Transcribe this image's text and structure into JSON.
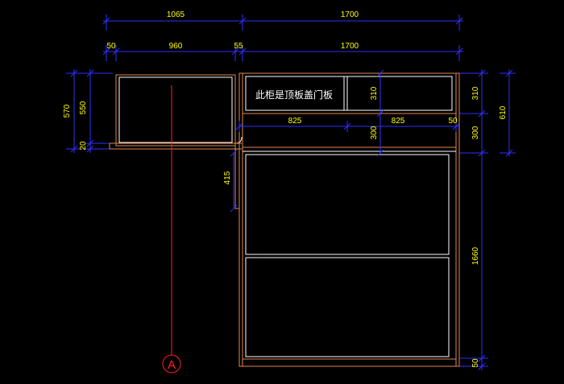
{
  "colors": {
    "background": "#000000",
    "dimension_line": "#2f2fff",
    "dimension_text": "#ffff00",
    "cabinet_outline": "#e08850",
    "cabinet_inner": "#ffffff",
    "axis_line": "#ff2020",
    "note_text": "#ffffff"
  },
  "dimensions": {
    "top_row1": [
      "1065",
      "1700"
    ],
    "top_row2": [
      "50",
      "960",
      "55",
      "1700"
    ],
    "left_outer": "570",
    "left_inner": [
      "550",
      "20"
    ],
    "right_inner": [
      "310",
      "300",
      "1660",
      "50"
    ],
    "right_outer": "610",
    "upper_cabinet": [
      "310",
      "825",
      "300",
      "825",
      "50"
    ],
    "side_return": "415"
  },
  "note": "此柜是顶板盖门板",
  "axis_label": "A"
}
